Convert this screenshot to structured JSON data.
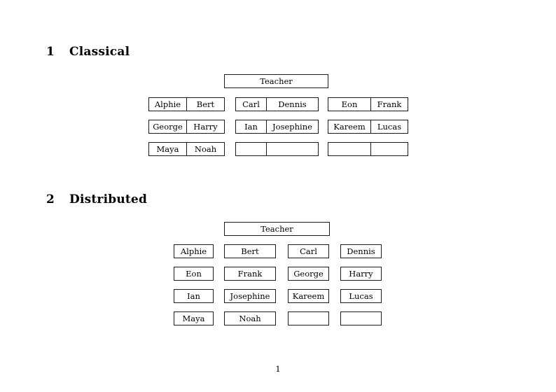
{
  "document": {
    "page_number": "1"
  },
  "sections": [
    {
      "number": "1",
      "title": "Classical",
      "teacher": {
        "label": "Teacher"
      },
      "groups": [
        {
          "name": "group-left",
          "rows": [
            [
              "Alphie",
              "Bert"
            ],
            [
              "George",
              "Harry"
            ],
            [
              "Maya",
              "Noah"
            ]
          ]
        },
        {
          "name": "group-middle",
          "rows": [
            [
              "Carl",
              "Dennis"
            ],
            [
              "Ian",
              "Josephine"
            ],
            [
              "",
              ""
            ]
          ]
        },
        {
          "name": "group-right",
          "rows": [
            [
              "Eon",
              "Frank"
            ],
            [
              "Kareem",
              "Lucas"
            ],
            [
              "",
              ""
            ]
          ]
        }
      ]
    },
    {
      "number": "2",
      "title": "Distributed",
      "teacher": {
        "label": "Teacher"
      },
      "rows": [
        [
          "Alphie",
          "Bert",
          "Carl",
          "Dennis"
        ],
        [
          "Eon",
          "Frank",
          "George",
          "Harry"
        ],
        [
          "Ian",
          "Josephine",
          "Kareem",
          "Lucas"
        ],
        [
          "Maya",
          "Noah",
          "",
          ""
        ]
      ]
    }
  ]
}
